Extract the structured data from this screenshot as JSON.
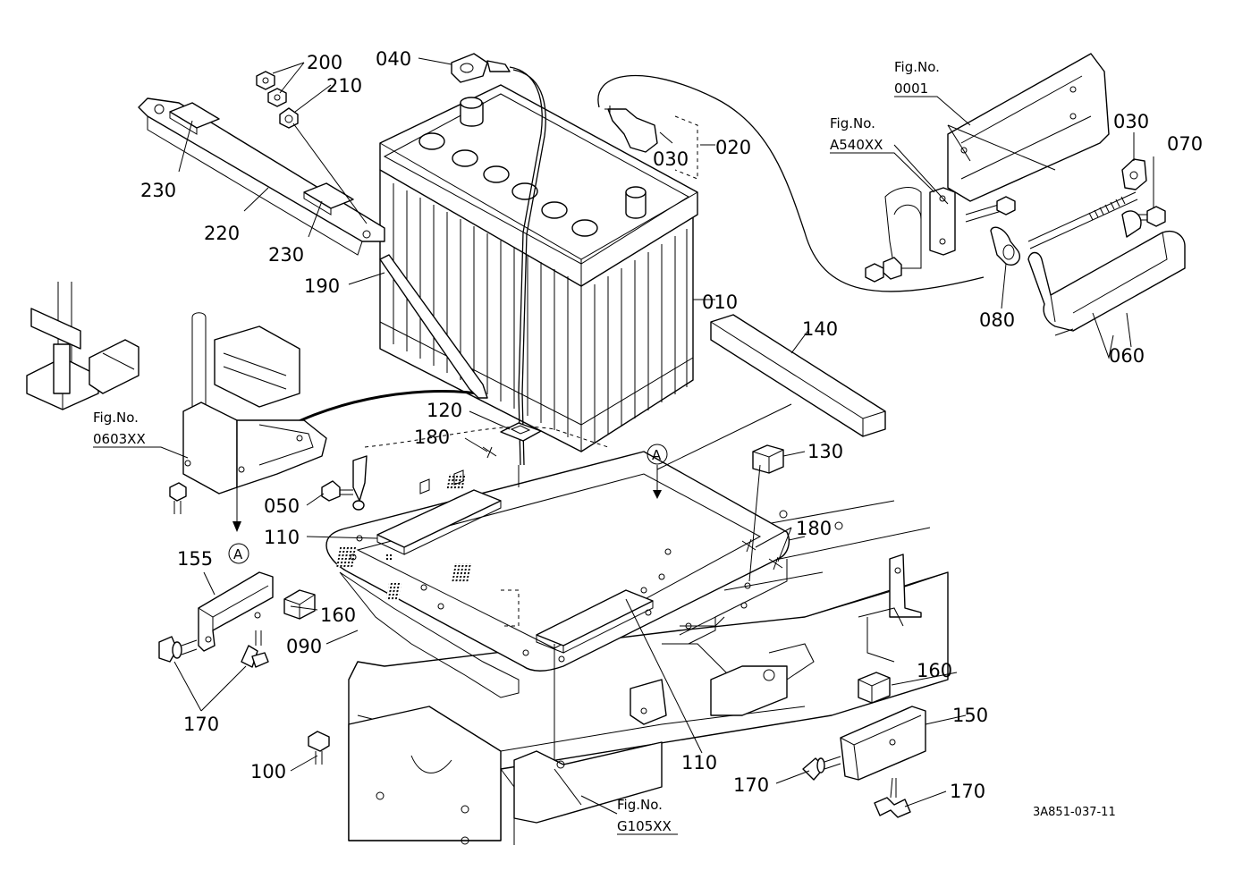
{
  "labels": {
    "p010": "010",
    "p020": "020",
    "p030a": "030",
    "p030b": "030",
    "p040": "040",
    "p050": "050",
    "p060": "060",
    "p070": "070",
    "p080": "080",
    "p090": "090",
    "p100": "100",
    "p110a": "110",
    "p110b": "110",
    "p120": "120",
    "p130": "130",
    "p140": "140",
    "p150": "150",
    "p155": "155",
    "p160a": "160",
    "p160b": "160",
    "p170a": "170",
    "p170b": "170",
    "p170c": "170",
    "p180a": "180",
    "p180b": "180",
    "p190": "190",
    "p200": "200",
    "p210": "210",
    "p220": "220",
    "p230a": "230",
    "p230b": "230"
  },
  "references": {
    "fig_0001": {
      "title": "Fig.No.",
      "number": "0001"
    },
    "fig_A540": {
      "title": "Fig.No.",
      "number": "A540XX"
    },
    "fig_0603": {
      "title": "Fig.No.",
      "number": "0603XX"
    },
    "fig_G105": {
      "title": "Fig.No.",
      "number": "G105XX"
    }
  },
  "markers": {
    "a1": "A",
    "a2": "A"
  },
  "drawing_code": "3A851-037-11",
  "colors": {
    "line": "#000000",
    "background": "#ffffff"
  }
}
